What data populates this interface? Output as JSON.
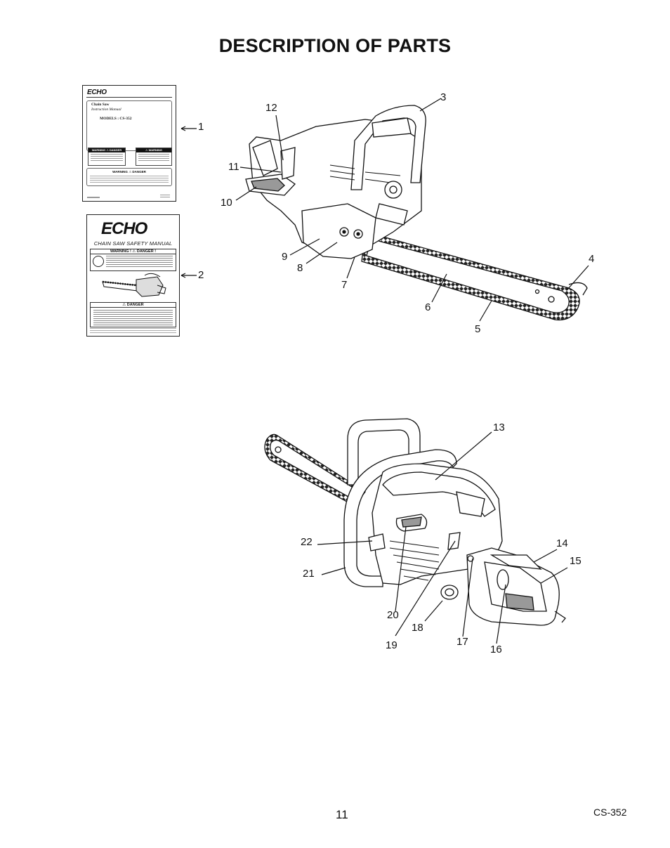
{
  "page": {
    "title": "DESCRIPTION OF PARTS",
    "page_number": "11",
    "model_code": "CS-352"
  },
  "instruction_manual": {
    "brand": "ECHO",
    "line1": "Chain Saw",
    "line2": "Instruction Manual",
    "models": "MODELS :     CS-352",
    "warning_left": "WARNING  ⚠  DANGER",
    "warning_right": "⚠  WARNING",
    "box_header": "WARNING  ⚠  DANGER"
  },
  "safety_manual": {
    "brand": "ECHO",
    "title": "CHAIN SAW SAFETY MANUAL",
    "warning_header": "WARNING !  ⚠  DANGER !",
    "danger_header": "⚠ DANGER"
  },
  "callouts": {
    "c1": "1",
    "c2": "2",
    "c3": "3",
    "c4": "4",
    "c5": "5",
    "c6": "6",
    "c7": "7",
    "c8": "8",
    "c9": "9",
    "c10": "10",
    "c11": "11",
    "c12": "12",
    "c13": "13",
    "c14": "14",
    "c15": "15",
    "c16": "16",
    "c17": "17",
    "c18": "18",
    "c19": "19",
    "c20": "20",
    "c21": "21",
    "c22": "22"
  }
}
